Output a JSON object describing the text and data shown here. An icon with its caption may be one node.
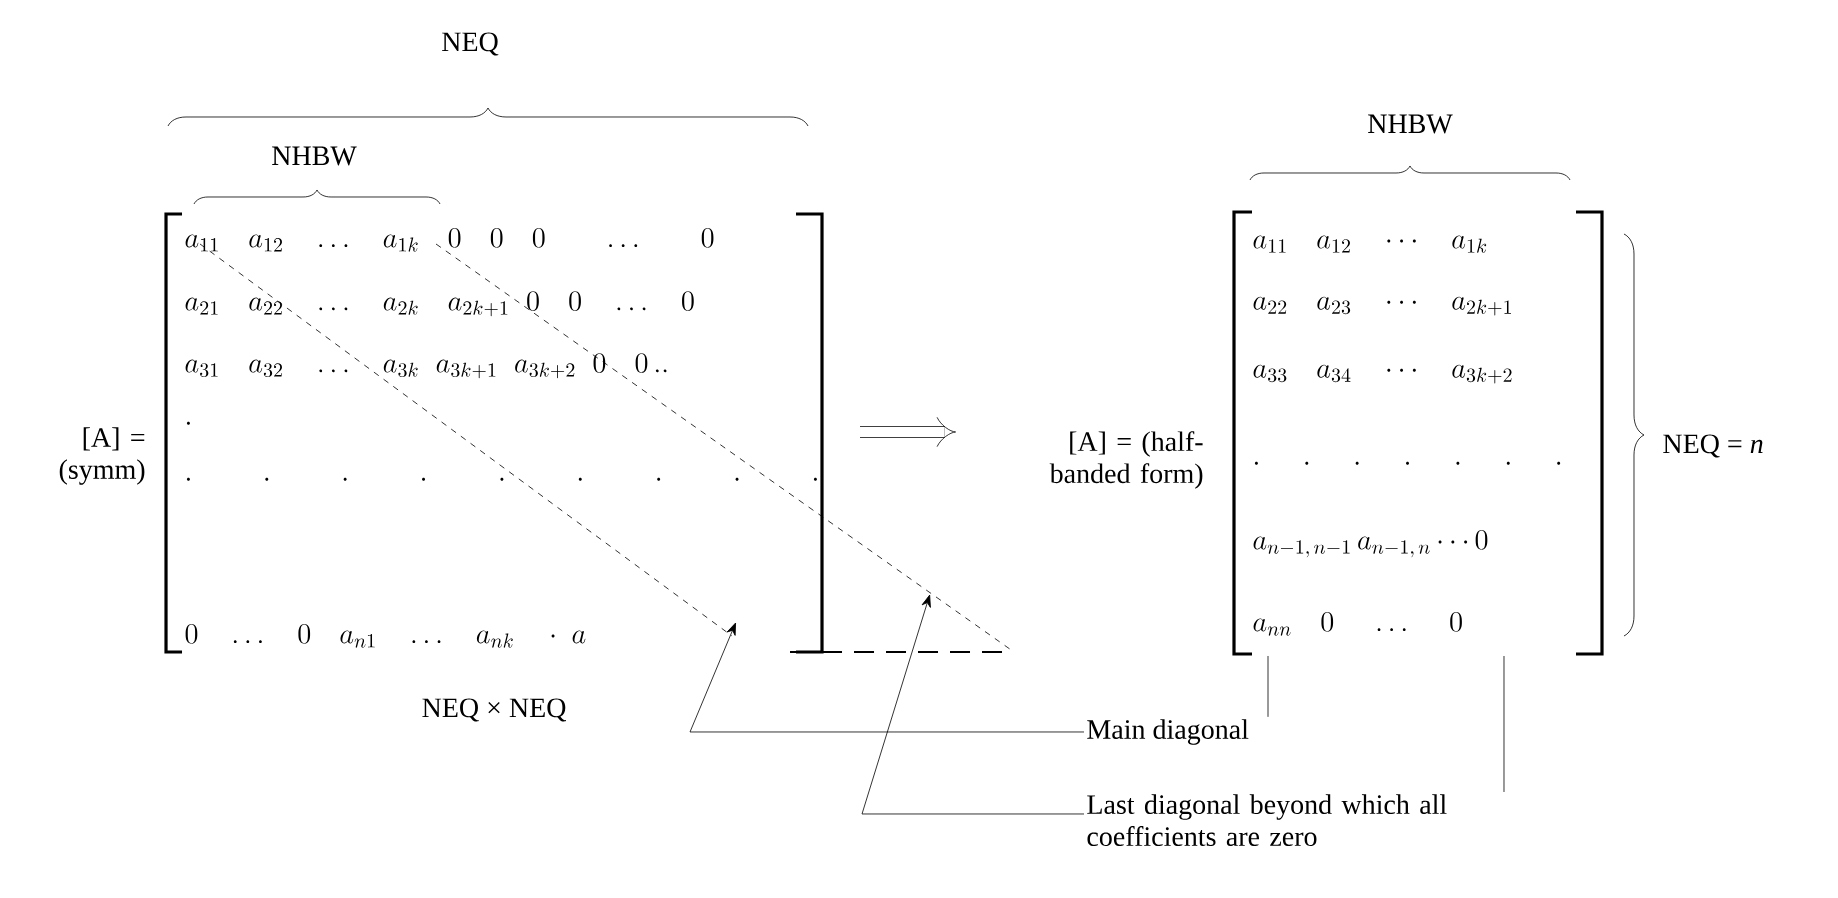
{
  "diagram": {
    "nodes": [
      {
        "text": [
          "Main diagonal"
        ]
      },
      {
        "text": [
          "Last diagonal beyond which all coefficients are zero"
        ]
      }
    ],
    "edges": [
      {
        "from": 0,
        "to": null,
        "arrow": "to"
      },
      {
        "from": 1,
        "to": null,
        "arrow": "to"
      },
      {
        "from": 0,
        "to": null,
        "arrow": "none"
      },
      {
        "from": 1,
        "to": null,
        "arrow": "none"
      }
    ],
    "labels": [
      "NEQ",
      "NHBW",
      "[A] = (symm)",
      "a_{11}\\quad a_{12}\\quad\\dots\\quad a_{1k}\\quad 0\\quad 0\\quad 0\\qquad\\dots\\qquad 0",
      "a_{21}\\quad a_{22}\\quad\\dots\\quad a_{2k}\\quad a_{2k+1}\\;\\;0\\quad 0\\quad\\dots\\quad 0",
      "a_{31}\\quad a_{32}\\quad\\dots\\quad a_{3k}\\;\\;a_{3k+1}\\;\\;a_{3k+2}\\;\\;0\\quad 0\\,..",
      "\\cdot",
      "\\cdot\\qquad\\;\\cdot\\qquad\\;\\cdot\\qquad\\;\\cdot\\qquad\\;\\cdot\\qquad\\;\\cdot\\qquad\\;\\cdot\\qquad\\;\\cdot\\qquad\\;\\cdot",
      "0\\quad\\dots\\quad 0\\quad a_{n1}\\quad\\dots\\quad a_{nk}\\quad\\cdot\\;a",
      "NEQ × NEQ",
      "NHBW",
      "[A] = (half-banded form)",
      "a_{11}\\quad a_{12}\\quad\\cdots\\quad a_{1k}",
      "a_{22}\\quad a_{23}\\quad\\cdots\\quad a_{2k+1}",
      "a_{33}\\quad a_{34}\\quad\\cdots\\quad a_{3k+2}",
      "\\cdot\\quad\\;\\cdot\\quad\\;\\cdot\\quad\\;\\cdot\\quad\\;\\cdot\\quad\\;\\cdot\\quad\\;\\cdot",
      "a_{n-1,\\,n-1}\\,a_{n-1,\\,n}\\cdots 0",
      "a_{nn}\\quad 0\\quad\\;\\dots\\quad\\; 0",
      "NEQ = *n*"
    ]
  }
}
